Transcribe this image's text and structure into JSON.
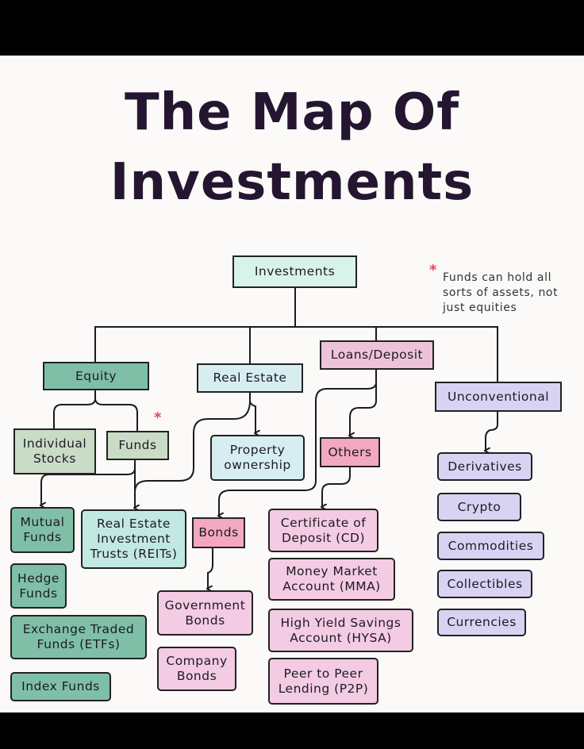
{
  "title_line1": "The Map Of",
  "title_line2": "Investments",
  "note": {
    "marker": "*",
    "text": "Funds can hold all sorts of assets, not just equities"
  },
  "nodes": {
    "investments": "Investments",
    "equity": "Equity",
    "real_estate": "Real Estate",
    "loans_deposit": "Loans/Deposit",
    "unconventional": "Unconventional",
    "individual_stocks": "Individual Stocks",
    "funds": "Funds",
    "property_ownership": "Property ownership",
    "others": "Others",
    "derivatives": "Derivatives",
    "mutual_funds": "Mutual Funds",
    "reits": "Real Estate Investment Trusts (REITs)",
    "bonds": "Bonds",
    "cd": "Certificate of Deposit (CD)",
    "crypto": "Crypto",
    "commodities": "Commodities",
    "hedge_funds": "Hedge Funds",
    "government_bonds": "Government Bonds",
    "mma": "Money Market Account (MMA)",
    "collectibles": "Collectibles",
    "currencies": "Currencies",
    "etfs": "Exchange Traded Funds (ETFs)",
    "hysa": "High Yield Savings Account (HYSA)",
    "company_bonds": "Company Bonds",
    "p2p": "Peer to Peer Lending (P2P)",
    "index_funds": "Index Funds"
  },
  "colors": {
    "equity": "#7fbfa8",
    "sage": "#c9dcc6",
    "reit": "#c2e8e2",
    "real_estate": "#d7eef1",
    "loans": "#eec3da",
    "pink": "#f3a7c0",
    "lightpink": "#f3cbe3",
    "purple": "#d9d2f2",
    "root": "#d8f3ea"
  }
}
